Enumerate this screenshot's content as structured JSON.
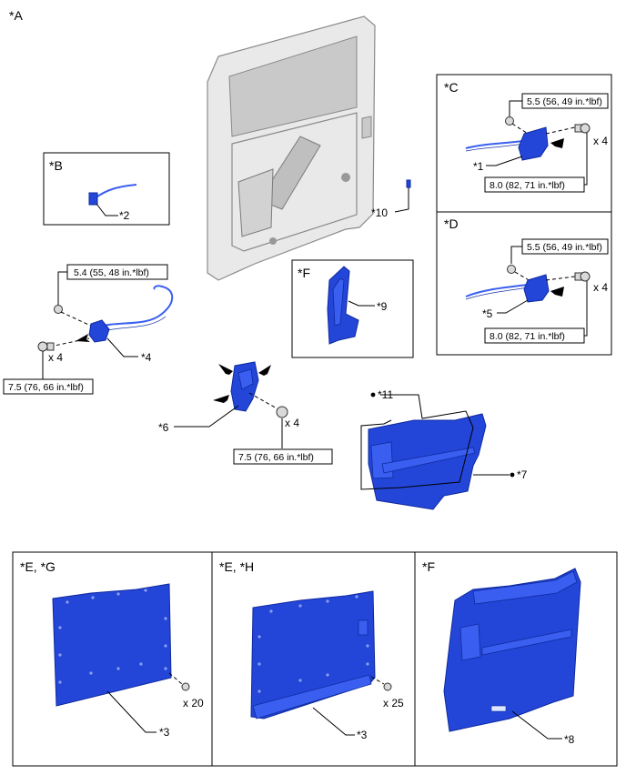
{
  "figure_label": "*A",
  "panels": {
    "B": {
      "label": "*B",
      "part": "*2"
    },
    "C": {
      "label": "*C",
      "torque_top": "5.5 (56, 49 in.*lbf)",
      "torque_bottom": "8.0 (82, 71 in.*lbf)",
      "count": "x 4",
      "part": "*1"
    },
    "D": {
      "label": "*D",
      "torque_top": "5.5 (56, 49 in.*lbf)",
      "torque_bottom": "8.0 (82, 71 in.*lbf)",
      "count": "x 4",
      "part": "*5"
    },
    "F_small": {
      "label": "*F",
      "part": "*9"
    },
    "EG": {
      "label": "*E, *G",
      "count": "x 20",
      "part": "*3"
    },
    "EH": {
      "label": "*E, *H",
      "count": "x 25",
      "part": "*3"
    },
    "F_large": {
      "label": "*F",
      "part": "*8"
    }
  },
  "main": {
    "part10": "*10",
    "left_assembly": {
      "torque_top": "5.4 (55, 48 in.*lbf)",
      "torque_bottom": "7.5 (76, 66 in.*lbf)",
      "count": "x 4",
      "part": "*4"
    },
    "center_assembly": {
      "torque": "7.5 (76, 66 in.*lbf)",
      "count": "x 4",
      "part": "*6"
    },
    "trim": {
      "part11": "*11",
      "part7": "*7"
    }
  },
  "colors": {
    "part_blue": "#2346d8",
    "door_gray": "#e9e9e9"
  }
}
